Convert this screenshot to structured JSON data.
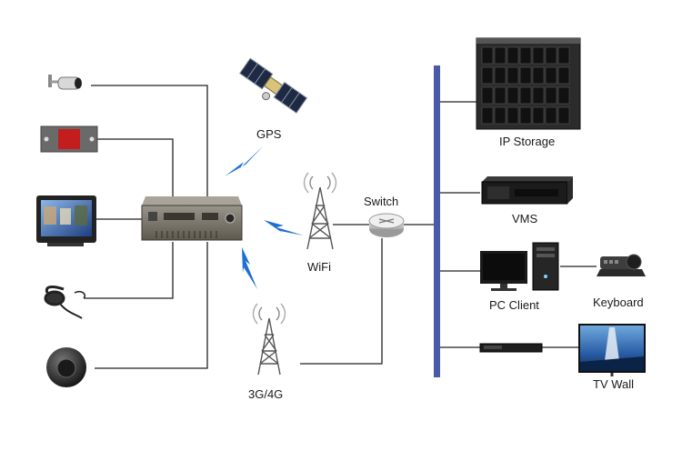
{
  "diagram": {
    "labels": {
      "gps": "GPS",
      "wifi": "WiFi",
      "cell": "3G/4G",
      "switch": "Switch",
      "ip_storage": "IP Storage",
      "vms": "VMS",
      "pc_client": "PC Client",
      "keyboard": "Keyboard",
      "tv_wall": "TV Wall"
    },
    "colors": {
      "bus": "#4a5aa8",
      "wireless": "#1d6fd1",
      "line": "#222222",
      "device_body": "#7a7468"
    },
    "icons": [
      "bullet-camera-icon",
      "alarm-button-icon",
      "monitor-icon",
      "microphone-headset-icon",
      "dome-camera-icon",
      "mobile-dvr-icon",
      "satellite-icon",
      "wifi-tower-icon",
      "cell-tower-icon",
      "switch-icon",
      "storage-server-icon",
      "vms-server-icon",
      "pc-client-icon",
      "keyboard-joystick-icon",
      "tv-wall-icon"
    ]
  }
}
